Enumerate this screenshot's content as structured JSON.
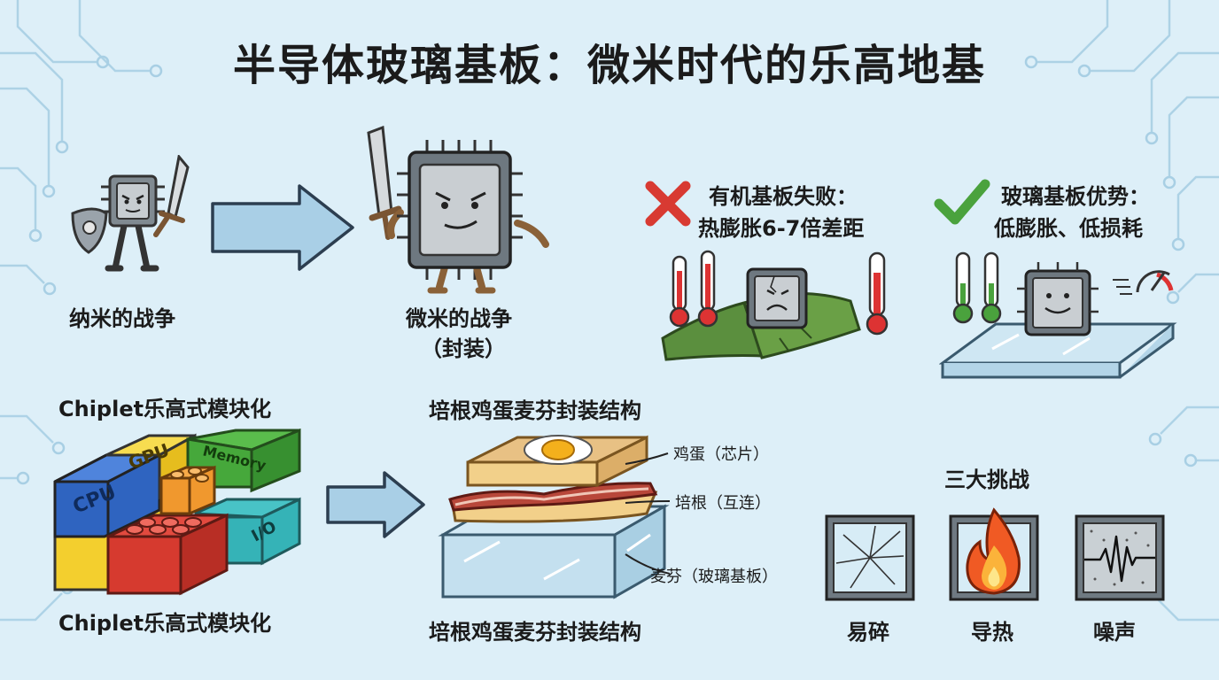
{
  "title": "半导体玻璃基板：微米时代的乐高地基",
  "nano_war": "纳米的战争",
  "micro_war": "微米的战争",
  "micro_war_sub": "（封装）",
  "organic_fail_line1": "有机基板失败：",
  "organic_fail_line2": "热膨胀6-7倍差距",
  "glass_adv_line1": "玻璃基板优势：",
  "glass_adv_line2": "低膨胀、低损耗",
  "chiplet_top": "Chiplet乐高式模块化",
  "chiplet_bottom": "Chiplet乐高式模块化",
  "sandwich_top": "培根鸡蛋麦芬封装结构",
  "sandwich_bottom": "培根鸡蛋麦芬封装结构",
  "sandwich_labels": {
    "egg": "鸡蛋（芯片）",
    "bacon": "培根（互连）",
    "muffin": "麦芬（玻璃基板）"
  },
  "blocks": {
    "cpu": "CPU",
    "gpu": "GPU",
    "memory": "Memory",
    "io": "I/O"
  },
  "challenges_title": "三大挑战",
  "challenges": [
    "易碎",
    "导热",
    "噪声"
  ],
  "icons": [
    "knight-chip",
    "arrow-right",
    "giant-chip",
    "cross-mark",
    "check-mark",
    "thermometer",
    "warped-substrate",
    "glass-substrate",
    "speedometer",
    "lego-chiplets",
    "sandwich-package",
    "cracked-glass",
    "fire",
    "noise-wave"
  ],
  "colors": {
    "background": "#ddeff8",
    "arrow": "#a9cfe6",
    "cross": "#d83a32",
    "check": "#4aa23d",
    "organic": "#5b8f3e",
    "glass": "#cfe7f3",
    "cpu": "#2f64c0",
    "gpu": "#f3cf2e",
    "memory": "#46a83b",
    "lego": "#d63a2f",
    "io": "#35b3b7",
    "orange": "#f0982e"
  }
}
